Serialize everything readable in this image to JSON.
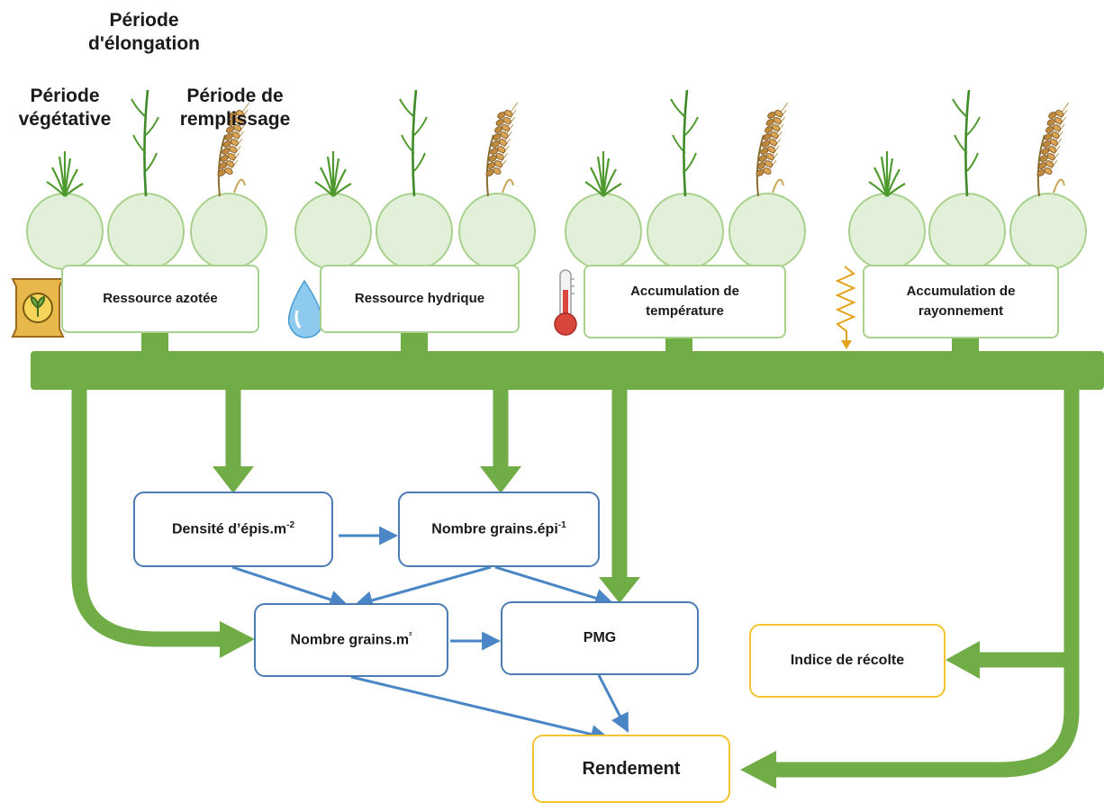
{
  "phases": {
    "vegetative_line1": "Période",
    "vegetative_line2": "végétative",
    "elongation_line1": "Période",
    "elongation_line2": "d'élongation",
    "filling_line1": "Période de",
    "filling_line2": "remplissage"
  },
  "resources": {
    "nitrogen": "Ressource azotée",
    "water": "Ressource hydrique",
    "temperature_line1": "Accumulation de",
    "temperature_line2": "température",
    "radiation_line1": "Accumulation de",
    "radiation_line2": "rayonnement"
  },
  "nodes": {
    "ear_density": "Densité d’épis.m",
    "ear_density_exp": "-2",
    "grains_per_ear": "Nombre grains.épi",
    "grains_per_ear_exp": "-1",
    "grains_per_m2": "Nombre grains.m",
    "grains_per_m2_exp": "²",
    "pmg": "PMG",
    "harvest_index": "Indice de récolte",
    "yield": "Rendement"
  },
  "colors": {
    "green_arrow": "#70ad47",
    "circle_fill": "#e2f0d9",
    "circle_stroke": "#a9d18e",
    "blue_arrow": "#4a86c5",
    "yellow_border": "#f2c42f"
  },
  "icons": [
    "fertilizer-bag-icon",
    "water-drop-icon",
    "thermometer-icon",
    "radiation-wave-icon",
    "seedling-icon",
    "stem-icon",
    "wheat-ear-icon"
  ]
}
